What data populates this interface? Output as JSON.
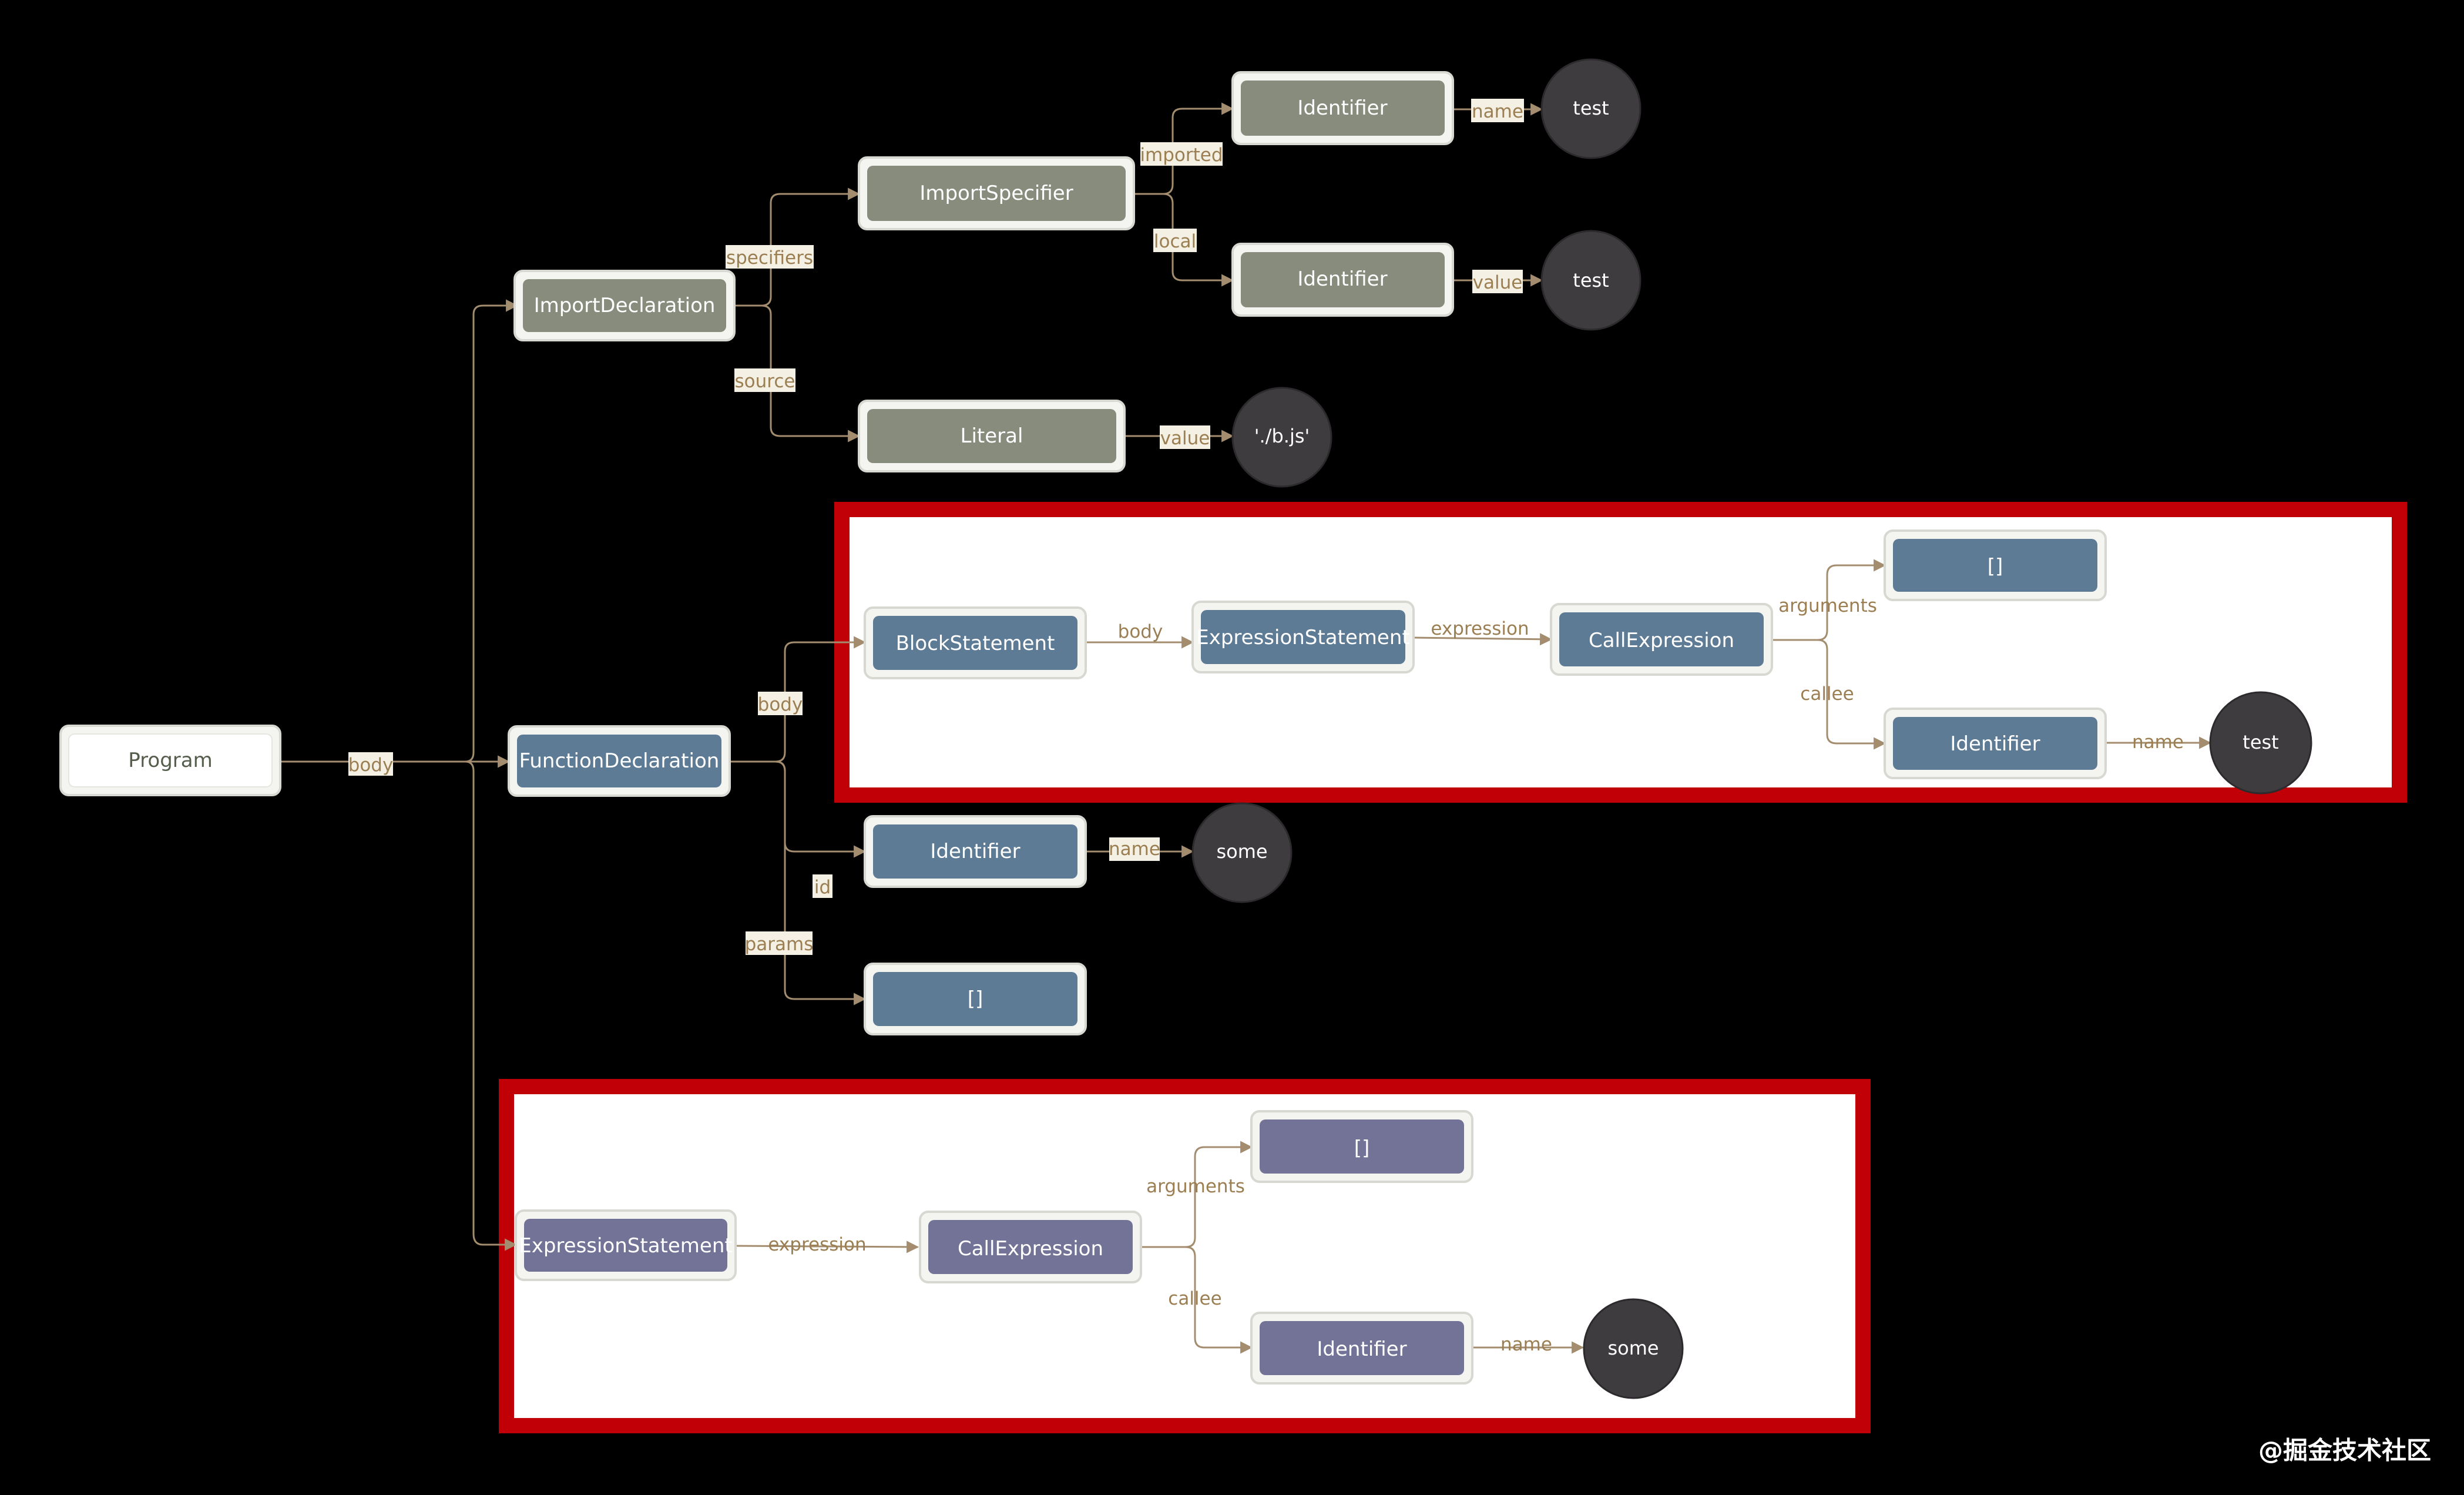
{
  "nodes": {
    "program": "Program",
    "import_declaration": "ImportDeclaration",
    "import_specifier": "ImportSpecifier",
    "identifier_imported": "Identifier",
    "identifier_local": "Identifier",
    "literal": "Literal",
    "function_declaration": "FunctionDeclaration",
    "block_statement": "BlockStatement",
    "expression_statement_inner": "ExpressionStatement",
    "call_expression_inner": "CallExpression",
    "arguments_inner": "[]",
    "identifier_callee_inner": "Identifier",
    "identifier_id": "Identifier",
    "params": "[]",
    "expression_statement_outer": "ExpressionStatement",
    "call_expression_outer": "CallExpression",
    "arguments_outer": "[]",
    "identifier_callee_outer": "Identifier"
  },
  "leaves": {
    "imported_name": "test",
    "local_value": "test",
    "literal_value": "'./b.js'",
    "callee_name_inner": "test",
    "id_name": "some",
    "callee_name_outer": "some"
  },
  "edge_labels": {
    "body": "body",
    "specifiers": "specifiers",
    "source": "source",
    "imported": "imported",
    "local": "local",
    "name_imported": "name",
    "value_local": "value",
    "value_literal": "value",
    "fn_body": "body",
    "fn_id": "id",
    "fn_params": "params",
    "block_body": "body",
    "expression_inner": "expression",
    "arguments_inner": "arguments",
    "callee_inner": "callee",
    "name_callee_inner": "name",
    "name_id": "name",
    "expression_outer": "expression",
    "arguments_outer": "arguments",
    "callee_outer": "callee",
    "name_callee_outer": "name"
  },
  "watermark": "@掘金技术社区",
  "colors": {
    "background": "#000000",
    "import_node": "#878c7c",
    "function_node": "#5e7b95",
    "call_node": "#727396",
    "program_node": "#ffffff",
    "leaf": "#3f3c3f",
    "edge": "#a48d6e",
    "edge_label": "#9b7f53",
    "highlight": "#c00006"
  }
}
